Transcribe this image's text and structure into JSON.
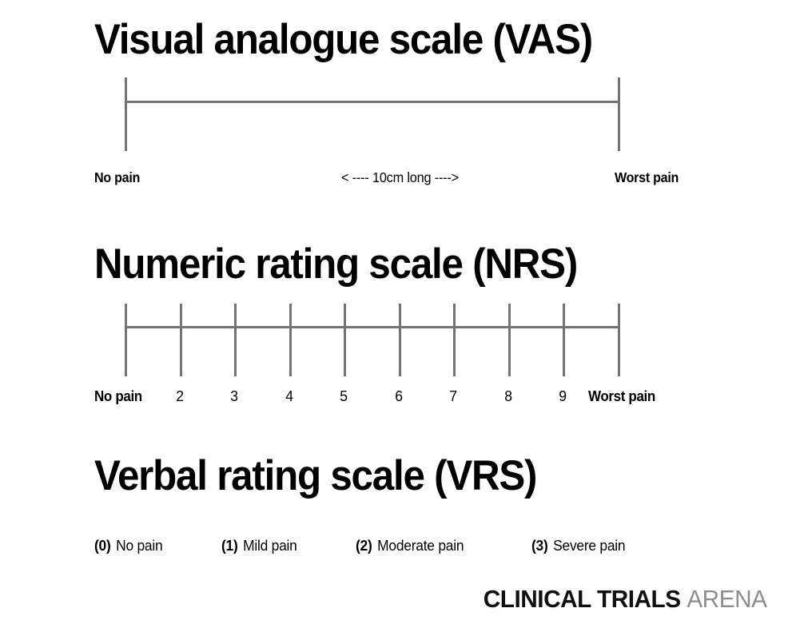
{
  "page": {
    "background": "#ffffff",
    "ink": "#000000",
    "rule_color": "#737373"
  },
  "scales": [
    {
      "id": "vas",
      "title": "Visual analogue scale (VAS)",
      "type": "continuous-line",
      "left_anchor": "No pain",
      "right_anchor": "Worst pain",
      "center_note": "< ---- 10cm long ---->",
      "ticks": 2
    },
    {
      "id": "nrs",
      "title": "Numeric rating scale (NRS)",
      "type": "ticked-line",
      "left_anchor": "No pain",
      "right_anchor": "Worst pain",
      "tick_labels": [
        "No pain",
        "2",
        "3",
        "4",
        "5",
        "6",
        "7",
        "8",
        "9",
        "Worst pain"
      ],
      "ticks": 10
    },
    {
      "id": "vrs",
      "title": "Verbal rating scale (VRS)",
      "type": "categorical",
      "options": [
        {
          "number": "(0)",
          "label": "No pain"
        },
        {
          "number": "(1)",
          "label": "Mild pain"
        },
        {
          "number": "(2)",
          "label": "Moderate pain"
        },
        {
          "number": "(3)",
          "label": "Severe pain"
        }
      ]
    }
  ],
  "footer": {
    "logo_strong": "CLINICAL TRIALS",
    "logo_light": "ARENA"
  }
}
